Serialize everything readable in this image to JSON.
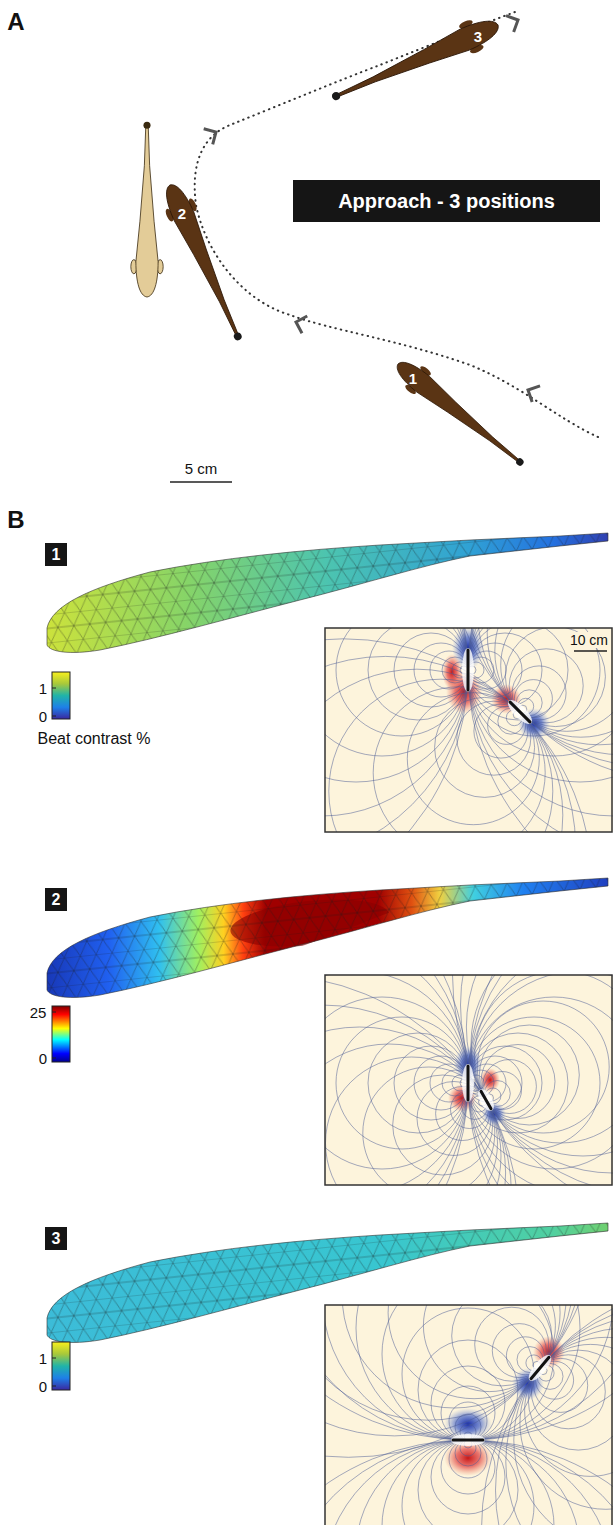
{
  "diagram": {
    "nodes": [
      {
        "text": [
          "Approach - 3 positions"
        ]
      },
      {
        "text": [
          "1"
        ]
      },
      {
        "text": [
          "2"
        ]
      },
      {
        "text": [
          "3"
        ]
      }
    ],
    "labels": [
      "A",
      "3",
      "2",
      "1",
      "5 cm",
      "B",
      "1",
      "0",
      "Beat contrast %",
      "10 cm",
      "25",
      "0",
      "1",
      "0"
    ]
  }
}
